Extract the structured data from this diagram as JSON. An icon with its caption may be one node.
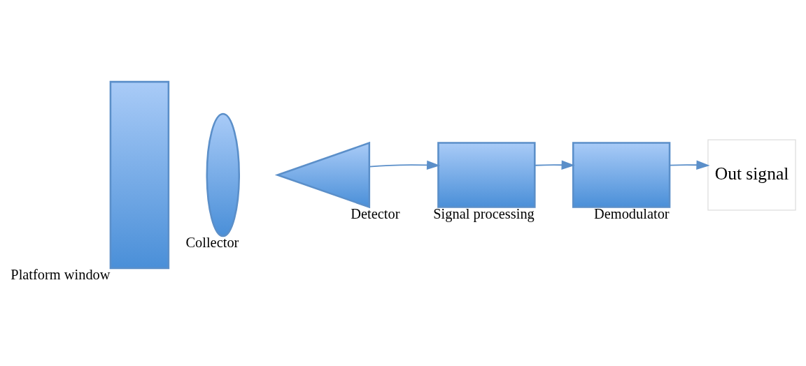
{
  "diagram": {
    "nodes": [
      {
        "text": [],
        "shape": "bar",
        "beside": [
          "Platform window"
        ]
      },
      {
        "text": [],
        "shape": "ellipse",
        "beside": [
          "Collector"
        ]
      },
      {
        "text": [],
        "shape": "triangle",
        "beside": [
          "Detector"
        ]
      },
      {
        "text": [],
        "shape": "box",
        "beside": [
          "Signal processing"
        ]
      },
      {
        "text": [],
        "shape": "box",
        "beside": [
          "Demodulator"
        ]
      },
      {
        "text": [
          "Out signal"
        ]
      }
    ],
    "edges": [
      {
        "from": 2,
        "to": 3,
        "arrow": "to"
      },
      {
        "from": 3,
        "to": 4,
        "arrow": "to"
      },
      {
        "from": 4,
        "to": 5,
        "arrow": "to"
      }
    ]
  }
}
